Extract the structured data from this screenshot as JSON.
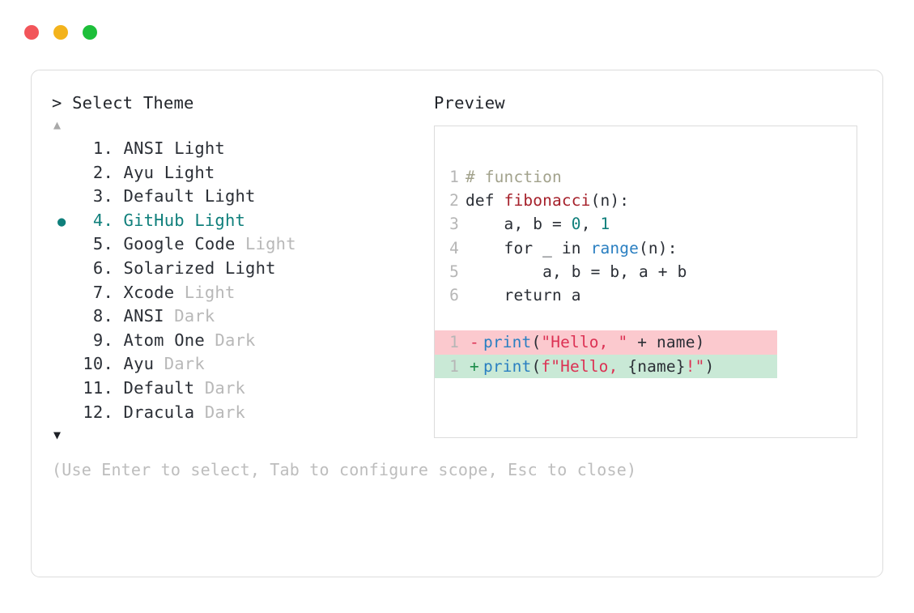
{
  "window": {
    "traffic_lights": [
      {
        "name": "close",
        "color": "#f2555a"
      },
      {
        "name": "minimize",
        "color": "#f3b31c"
      },
      {
        "name": "maximize",
        "color": "#1dbf3a"
      }
    ]
  },
  "picker": {
    "prompt": "> Select Theme",
    "scroll_up_glyph": "▲",
    "scroll_down_glyph": "▼",
    "selected_bullet": "●",
    "selected_index": 4,
    "accent_color": "#0f7f7b",
    "items": [
      {
        "index": "1.",
        "name": "ANSI Light",
        "suffix": "",
        "selected": false
      },
      {
        "index": "2.",
        "name": "Ayu Light",
        "suffix": "",
        "selected": false
      },
      {
        "index": "3.",
        "name": "Default Light",
        "suffix": "",
        "selected": false
      },
      {
        "index": "4.",
        "name": "GitHub Light",
        "suffix": "",
        "selected": true
      },
      {
        "index": "5.",
        "name": "Google Code ",
        "suffix": "Light",
        "selected": false
      },
      {
        "index": "6.",
        "name": "Solarized Light",
        "suffix": "",
        "selected": false
      },
      {
        "index": "7.",
        "name": "Xcode ",
        "suffix": "Light",
        "selected": false
      },
      {
        "index": "8.",
        "name": "ANSI ",
        "suffix": "Dark",
        "selected": false
      },
      {
        "index": "9.",
        "name": "Atom One ",
        "suffix": "Dark",
        "selected": false
      },
      {
        "index": "10.",
        "name": "Ayu ",
        "suffix": "Dark",
        "selected": false
      },
      {
        "index": "11.",
        "name": "Default ",
        "suffix": "Dark",
        "selected": false
      },
      {
        "index": "12.",
        "name": "Dracula ",
        "suffix": "Dark",
        "selected": false
      }
    ],
    "hint": "(Use Enter to select, Tab to configure scope, Esc to close)"
  },
  "preview": {
    "title": "Preview",
    "code_lines": [
      {
        "ln": "1",
        "tokens": [
          {
            "t": "# function",
            "c": "comment"
          }
        ]
      },
      {
        "ln": "2",
        "tokens": [
          {
            "t": "def ",
            "c": "plain"
          },
          {
            "t": "fibonacci",
            "c": "func"
          },
          {
            "t": "(n):",
            "c": "plain"
          }
        ]
      },
      {
        "ln": "3",
        "tokens": [
          {
            "t": "    a, b = ",
            "c": "plain"
          },
          {
            "t": "0",
            "c": "number"
          },
          {
            "t": ", ",
            "c": "plain"
          },
          {
            "t": "1",
            "c": "number"
          }
        ]
      },
      {
        "ln": "4",
        "tokens": [
          {
            "t": "    for _ in ",
            "c": "plain"
          },
          {
            "t": "range",
            "c": "builtin"
          },
          {
            "t": "(n):",
            "c": "plain"
          }
        ]
      },
      {
        "ln": "5",
        "tokens": [
          {
            "t": "        a, b = b, a + b",
            "c": "plain"
          }
        ]
      },
      {
        "ln": "6",
        "tokens": [
          {
            "t": "    return a",
            "c": "plain"
          }
        ]
      }
    ],
    "diff_lines": [
      {
        "ln": "1",
        "kind": "del",
        "mark": "-",
        "bg": "#fbc9ce",
        "tokens": [
          {
            "t": "print",
            "c": "builtin"
          },
          {
            "t": "(",
            "c": "plain"
          },
          {
            "t": "\"Hello, \"",
            "c": "string"
          },
          {
            "t": " + name)",
            "c": "plain"
          }
        ]
      },
      {
        "ln": "1",
        "kind": "add",
        "mark": "+",
        "bg": "#c9e9d6",
        "tokens": [
          {
            "t": "print",
            "c": "builtin"
          },
          {
            "t": "(",
            "c": "plain"
          },
          {
            "t": "f\"Hello, ",
            "c": "string"
          },
          {
            "t": "{name}",
            "c": "plain"
          },
          {
            "t": "!\"",
            "c": "string"
          },
          {
            "t": ")",
            "c": "plain"
          }
        ]
      }
    ]
  }
}
